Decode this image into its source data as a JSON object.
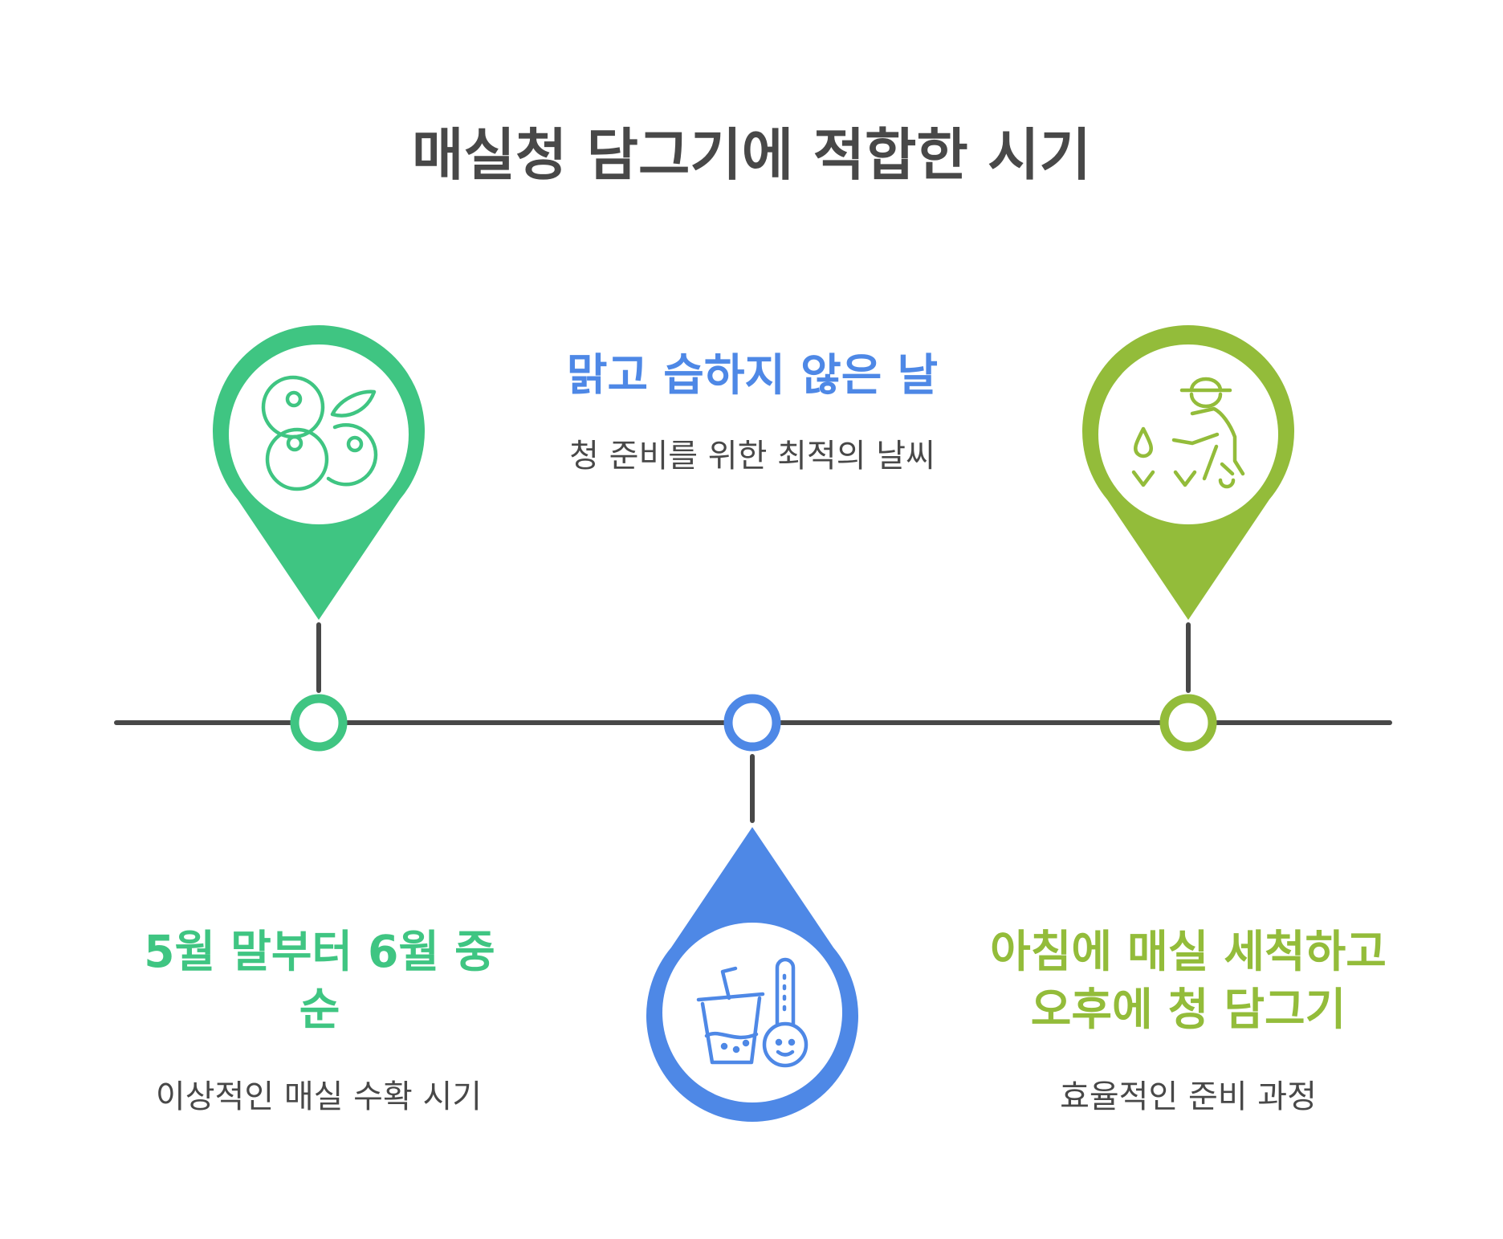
{
  "title": "매실청 담그기에 적합한 시기",
  "colors": {
    "text_dark": "#484848",
    "axis": "#484848",
    "green": "#3FC582",
    "blue": "#4E88E6",
    "olive": "#93BC3A",
    "background": "#FFFFFF"
  },
  "milestones": [
    {
      "title": "5월 말부터 6월 중순",
      "description": "이상적인 매실 수확 시기",
      "color": "#3FC582",
      "icon": "plum-fruit-icon",
      "marker_side": "above"
    },
    {
      "title": "맑고 습하지 않은 날",
      "description": "청 준비를 위한 최적의 날씨",
      "color": "#4E88E6",
      "icon": "drink-thermometer-icon",
      "marker_side": "below"
    },
    {
      "title": "아침에 매실 세척하고 오후에 청 담그기",
      "description": "효율적인 준비 과정",
      "color": "#93BC3A",
      "icon": "farmer-planting-icon",
      "marker_side": "above"
    }
  ]
}
